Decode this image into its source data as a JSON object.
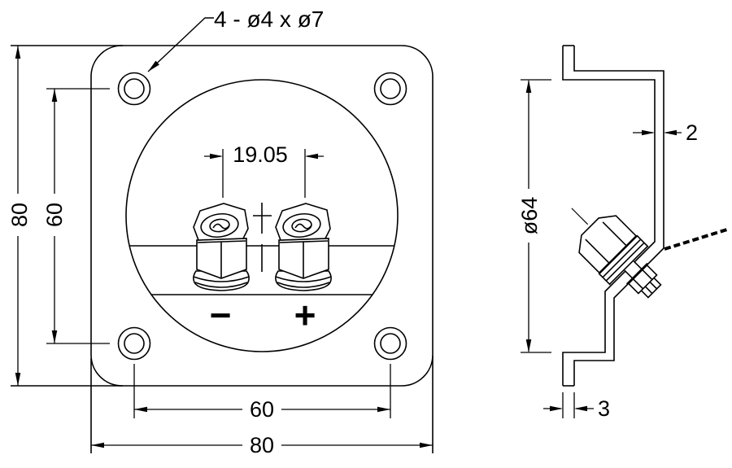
{
  "drawing": {
    "background": "#ffffff",
    "line_color": "#000000",
    "front_view": {
      "hole_note": "4 - ø4 x ø7",
      "dim_height": "80",
      "dim_hole_spacing_vertical": "60",
      "dim_post_spacing": "19.05",
      "dim_hole_spacing_horizontal": "60",
      "dim_width": "80",
      "polarity_negative": "−",
      "polarity_positive": "+"
    },
    "side_view": {
      "dim_wall_thickness": "2",
      "dim_recess_diameter": "ø64",
      "dim_flange_depth": "3"
    }
  }
}
